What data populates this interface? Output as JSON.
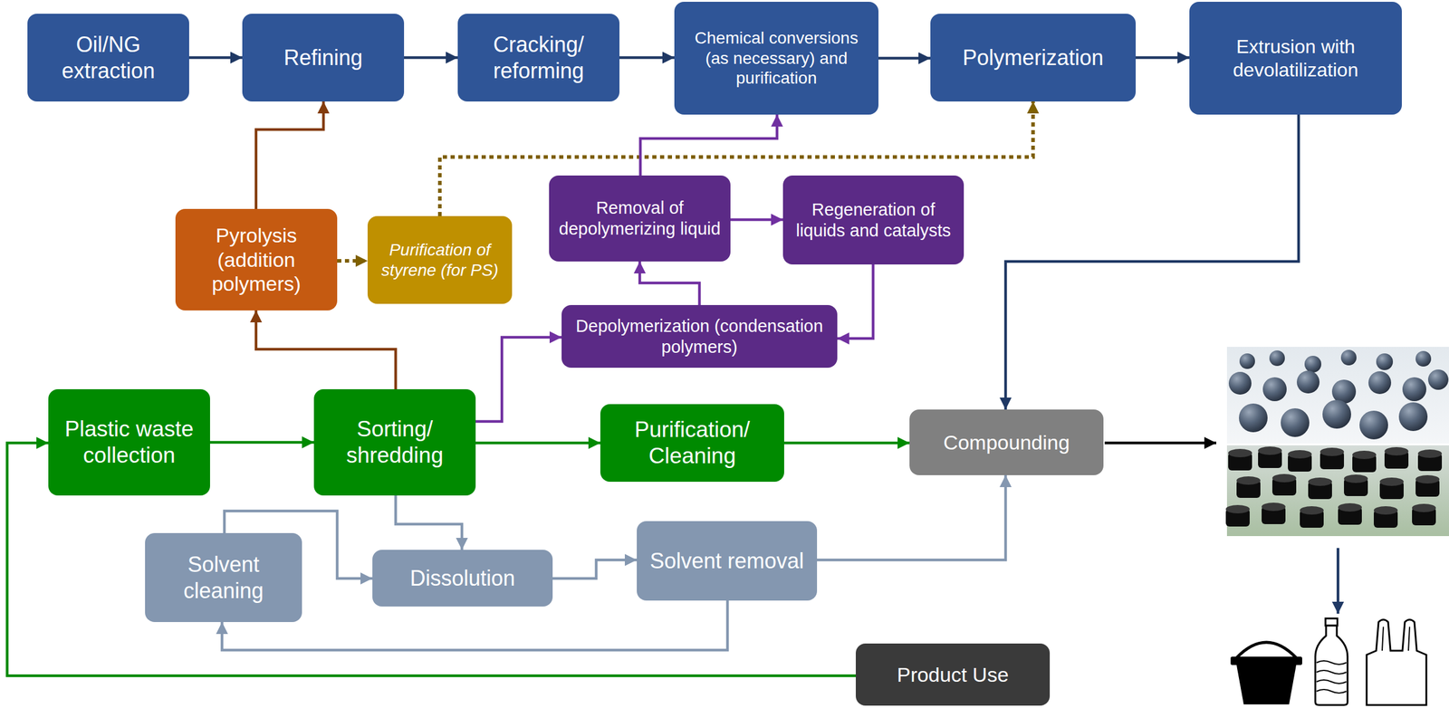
{
  "diagram": {
    "nodes": [
      {
        "text": [
          "Oil/NG extraction"
        ]
      },
      {
        "text": [
          "Refining"
        ]
      },
      {
        "text": [
          "Cracking/ reforming"
        ]
      },
      {
        "text": [
          "Chemical conversions (as necessary) and purification"
        ]
      },
      {
        "text": [
          "Polymerization"
        ]
      },
      {
        "text": [
          "Extrusion with devolatilization"
        ]
      },
      {
        "text": [
          "Pyrolysis (addition polymers)"
        ]
      },
      {
        "text": [
          "Purification of styrene (for PS)"
        ]
      },
      {
        "text": [
          "Removal of depolymerizing liquid"
        ]
      },
      {
        "text": [
          "Regeneration of liquids and catalysts"
        ]
      },
      {
        "text": [
          "Depolymerization (condensation polymers)"
        ]
      },
      {
        "text": [
          "Plastic waste collection"
        ]
      },
      {
        "text": [
          "Sorting/ shredding"
        ]
      },
      {
        "text": [
          "Purification/ Cleaning"
        ]
      },
      {
        "text": [
          "Compounding"
        ]
      },
      {
        "text": [
          "Solvent cleaning"
        ]
      },
      {
        "text": [
          "Dissolution"
        ]
      },
      {
        "text": [
          "Solvent removal"
        ]
      },
      {
        "text": [
          "Product Use"
        ]
      }
    ],
    "edges": [
      {
        "from": 0,
        "to": 1,
        "arrow": "to"
      },
      {
        "from": 1,
        "to": 2,
        "arrow": "to"
      },
      {
        "from": 2,
        "to": 3,
        "arrow": "to"
      },
      {
        "from": 3,
        "to": 4,
        "arrow": "to"
      },
      {
        "from": 4,
        "to": 5,
        "arrow": "to"
      },
      {
        "from": 6,
        "to": 1,
        "arrow": "to"
      },
      {
        "from": 6,
        "to": 7,
        "arrow": "to"
      },
      {
        "from": 7,
        "to": 4,
        "arrow": "to"
      },
      {
        "from": 8,
        "to": 3,
        "arrow": "to"
      },
      {
        "from": 8,
        "to": 9,
        "arrow": "to"
      },
      {
        "from": 9,
        "to": 10,
        "arrow": "to"
      },
      {
        "from": 10,
        "to": 8,
        "arrow": "to"
      },
      {
        "from": 12,
        "to": 6,
        "arrow": "to"
      },
      {
        "from": 12,
        "to": 10,
        "arrow": "to"
      },
      {
        "from": 11,
        "to": 12,
        "arrow": "to"
      },
      {
        "from": 12,
        "to": 13,
        "arrow": "to"
      },
      {
        "from": 13,
        "to": 14,
        "arrow": "to"
      },
      {
        "from": 5,
        "to": 14,
        "arrow": "to"
      },
      {
        "from": 12,
        "to": 16,
        "arrow": "to"
      },
      {
        "from": 15,
        "to": 16,
        "arrow": "to"
      },
      {
        "from": 16,
        "to": 17,
        "arrow": "to"
      },
      {
        "from": 17,
        "to": 14,
        "arrow": "to"
      },
      {
        "from": 17,
        "to": 15,
        "arrow": "to"
      },
      {
        "from": 18,
        "to": 11,
        "arrow": "to"
      }
    ]
  }
}
